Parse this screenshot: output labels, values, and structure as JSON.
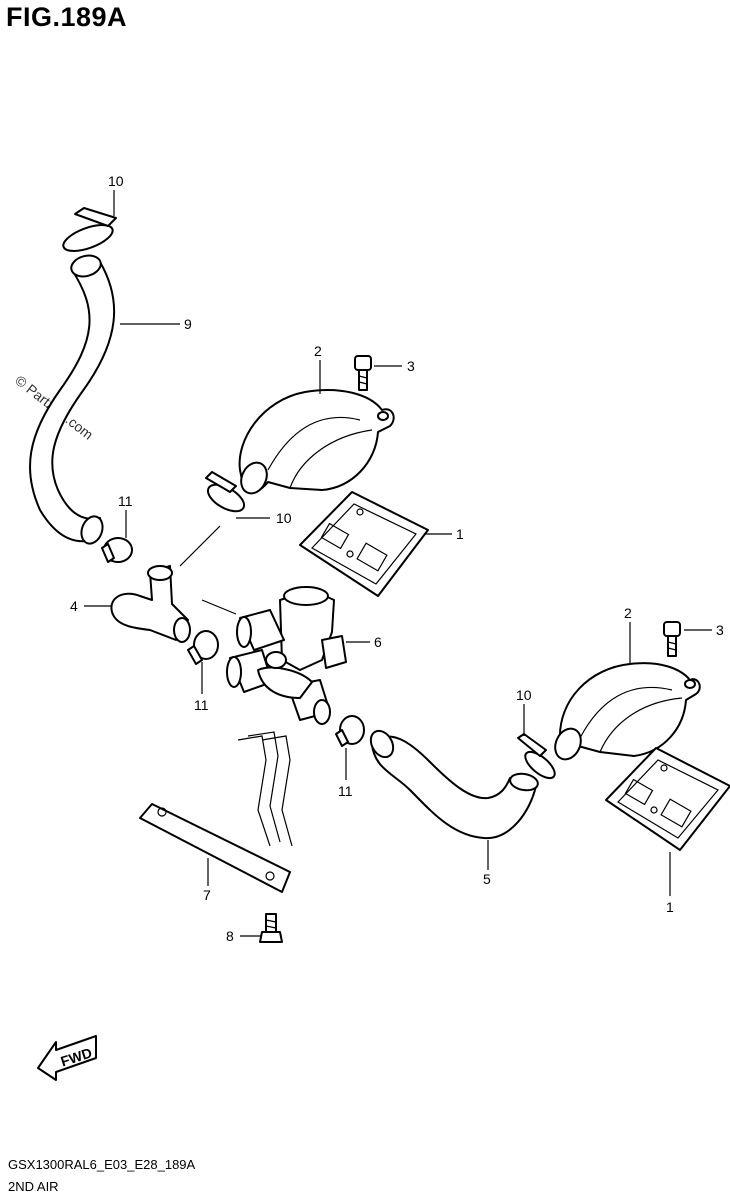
{
  "figure_title": "FIG.189A",
  "model_code": "GSX1300RAL6_E03_E28_189A",
  "section_name": "2ND AIR",
  "watermark": "© Partzilla.com",
  "fwd_label": "FWD",
  "callouts": {
    "c10_top": "10",
    "c9": "9",
    "c2_left": "2",
    "c3_left": "3",
    "c10_mid": "10",
    "c11_left": "11",
    "c1_left": "1",
    "c4": "4",
    "c6": "6",
    "c11_mid": "11",
    "c2_right": "2",
    "c3_right": "3",
    "c10_right": "10",
    "c11_right": "11",
    "c7": "7",
    "c5": "5",
    "c1_right": "1",
    "c8": "8"
  }
}
